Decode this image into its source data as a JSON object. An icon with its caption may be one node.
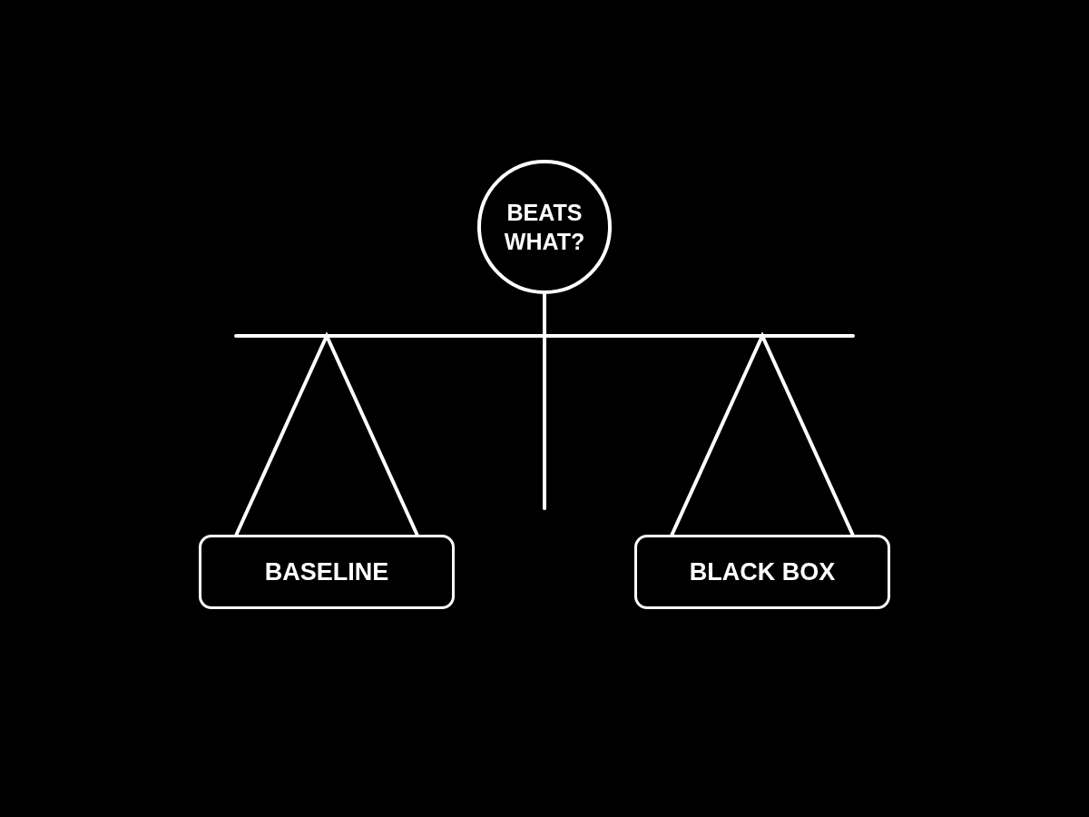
{
  "diagram": {
    "nodes": [
      {
        "text": [
          "BEATS WHAT?"
        ]
      },
      {
        "text": [
          "BASELINE"
        ]
      },
      {
        "text": [
          "BLACK BOX"
        ]
      }
    ]
  }
}
